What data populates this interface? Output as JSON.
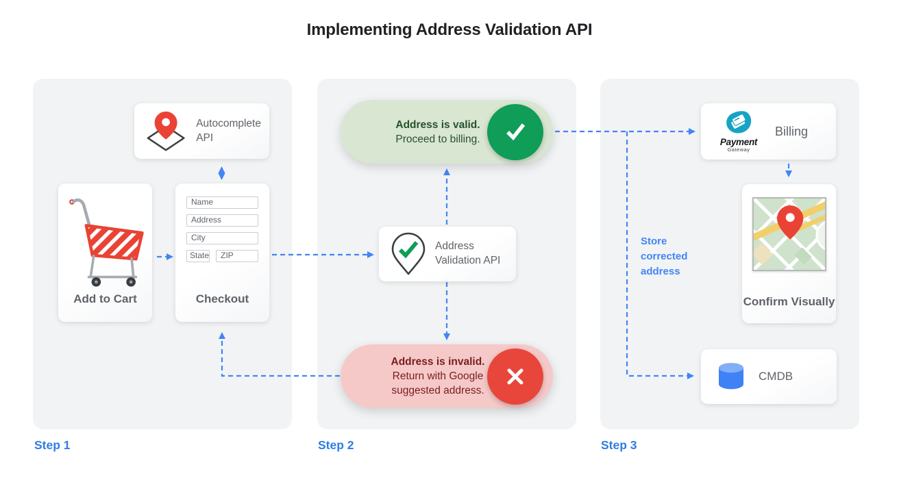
{
  "title": "Implementing Address Validation API",
  "colors": {
    "arrow_blue": "#4285F4",
    "step_blue": "#2E7DE5",
    "panel_bg": "#F1F3F4",
    "valid_green": "#0F9D58",
    "valid_bg": "#D9E6D2",
    "valid_text": "#27512D",
    "invalid_red": "#E8463A",
    "invalid_bg": "#F6C9C9",
    "invalid_text": "#7A1D1D",
    "gray_text": "#5F6368"
  },
  "step1": {
    "label": "Step 1",
    "autocomplete_card": {
      "label": "Autocomplete API"
    },
    "cart_card": {
      "label": "Add to Cart"
    },
    "checkout_card": {
      "label": "Checkout",
      "fields": {
        "name": "Name",
        "address": "Address",
        "city": "City",
        "state": "State",
        "zip": "ZIP"
      }
    }
  },
  "step2": {
    "label": "Step 2",
    "valid_pill": {
      "title": "Address is valid.",
      "subtitle": "Proceed to billing."
    },
    "validation_card": {
      "label": "Address Validation API"
    },
    "invalid_pill": {
      "title": "Address is invalid.",
      "subtitle": "Return with Google suggested address."
    }
  },
  "step3": {
    "label": "Step 3",
    "billing_card": {
      "label": "Billing",
      "logo_title": "Payment",
      "logo_subtitle": "Gateway"
    },
    "confirm_card": {
      "label": "Confirm Visually"
    },
    "cmdb_card": {
      "label": "CMDB"
    },
    "store_note": "Store corrected address"
  }
}
